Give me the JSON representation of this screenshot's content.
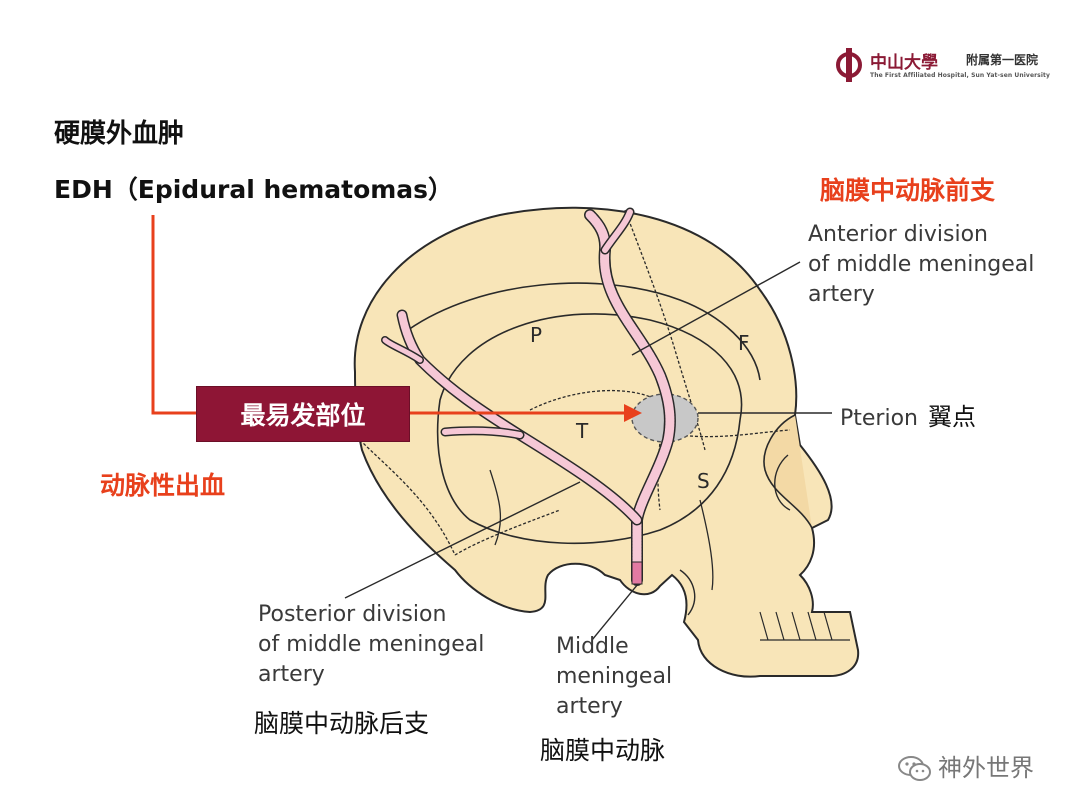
{
  "logo": {
    "name_cn": "中山大學",
    "name_cn2": "附属第一医院",
    "name_en": "The First Affiliated Hospital, Sun Yat-sen University"
  },
  "title": {
    "cn": "硬膜外血肿",
    "en": "EDH（Epidural hematomas）"
  },
  "labels": {
    "anterior_cn": "脑膜中动脉前支",
    "anterior_en": [
      "Anterior division",
      "of middle meningeal",
      "artery"
    ],
    "pterion_en": "Pterion",
    "pterion_cn": "翼点",
    "most_common_site": "最易发部位",
    "arterial_bleeding": "动脉性出血",
    "posterior_en": [
      "Posterior division",
      "of middle meningeal",
      "artery"
    ],
    "posterior_cn": "脑膜中动脉后支",
    "middle_en": [
      "Middle",
      "meningeal",
      "artery"
    ],
    "middle_cn": "脑膜中动脉"
  },
  "bone_letters": {
    "parietal": "P",
    "frontal": "F",
    "temporal": "T",
    "sphenoid": "S"
  },
  "watermark": "神外世界",
  "colors": {
    "accent_red": "#e8401c",
    "box_maroon": "#8e1535",
    "skull_fill": "#f8e5b8",
    "artery_pink": "#f6c8d6",
    "pterion_gray": "#c8c8c8"
  }
}
